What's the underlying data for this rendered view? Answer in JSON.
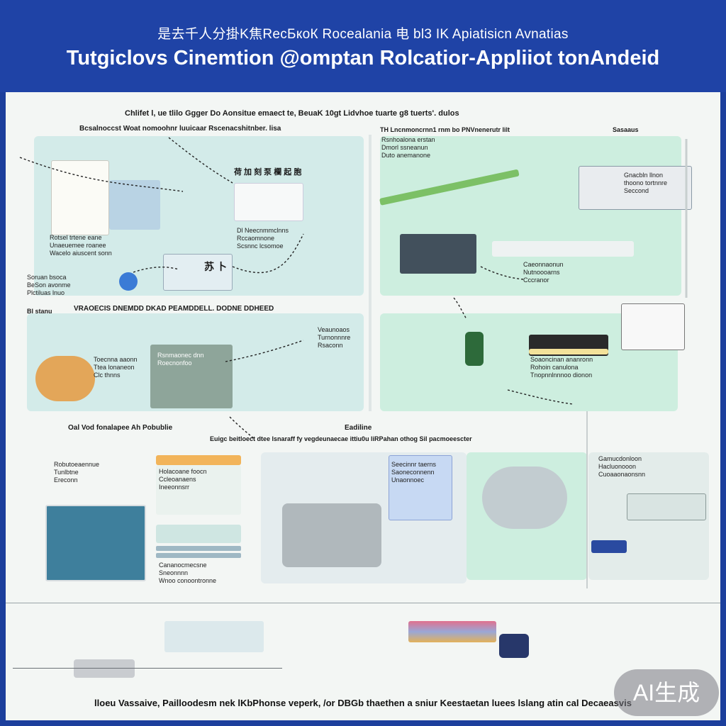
{
  "header": {
    "subtitle": "是去千人分掛K焦RecБкоК Rocealania 电 bl3 IK Apiatisicn Avnatias",
    "title": "Tutgiclovs Cinemtion @omptan Rolcatior-Appliiot tonAndeid"
  },
  "sections": {
    "top_caption": "Chlifet l, ue tlilo Ggger Do Aonsitue emaect te, BeuaK 10gt Lidvhoe tuarte g8 tuerts'. dulos",
    "left_header": "Bcsalnoccst Woat nomoohnr luuicaar Rscenacshitnber. lisa",
    "right_header": "TH Lncnmoncrnn1 rnm bo PNVnenerutr lilt",
    "right_corner": "Sasaaus",
    "mid_bubble": "荷 加 刻 泵 欄 起 胞",
    "mid_row_header": "VRAOECIS DNEMDD DKAD PEAMDDELL. DODNE DDHEED",
    "left_note": "Bl stanu",
    "label_ab": "苏 卜",
    "bottom_left_caption": "Oal Vod fonalapee Ah Pobublie",
    "bottom_center_title": "Eadiline",
    "bottom_center_caption": "Euigc beitloect dtee lsnaraff fy vegdeunaecae ittiu0u liRPahan othog Sil pacmoeescter"
  },
  "labels": {
    "l1": "Rotsel trtene eane\nUnaeuemee roanee\nWacelo aiuscent sonn",
    "l2": "Dl Neecnmmclnns\nRccaomnone\nScsnnc lcsomoe",
    "l3": "Soruan bsoca\nBeSon avonme\nPlctiluas lnuo",
    "l4": "Rsnhoalona erstan\nDmorl ssneanun\nDuto anemanone",
    "l5": "Gnacbln llnon\nthoono tortnnre\nSeccond",
    "l6": "Caeonnaonun\nNutnoooarns\nCccranor",
    "l7": "Toecnna aaonn\nTtea lonaneon\nClc thnns",
    "l8": "Rsnmaonec dnn\nRoecnonfoo",
    "l9": "Veaunoaos\nTurnonnnre\nRsaconn",
    "l10": "Soaoncinan ananronn\nRohoin canulona\nTnopnnlnnnoo dionon",
    "l11": "Robutoeaennue\nTunlbtne\nEreconn",
    "l12": "Holacoane foocn\nCcleoanaens\nIneeonnsrr",
    "l13": "Cananocmecsne\nSneonnnn\nWnoo conoontronne",
    "l14": "Seecinnr taerns\nSaoneconnenn\nUnaonnoec",
    "l15": "Gamucdonloon\nHacluonooon\nCuoaaonaonsnn"
  },
  "footer": "lloeu Vassaive, Pailloodesm nek lKbPhonse veperk, /or DBGb thaethen a sniur Keestaetan luees lslang atin cal Decaeasvis",
  "watermark": "AI生成",
  "colors": {
    "header_blue": "#1f43a6",
    "panel_teal": "#d3ebe9",
    "panel_green": "#cdeedf",
    "accent_orange": "#f2b45a",
    "accent_pink": "#e0718f"
  }
}
